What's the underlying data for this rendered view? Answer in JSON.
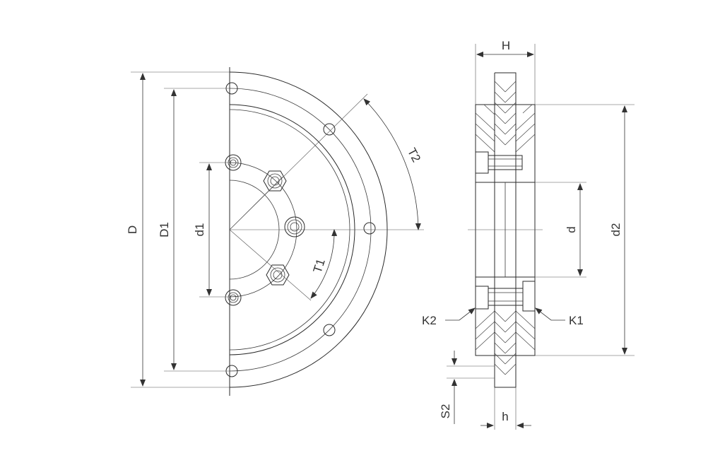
{
  "labels": {
    "D": "D",
    "D1": "D1",
    "d1": "d1",
    "T1": "T1",
    "T2": "T2",
    "H": "H",
    "d": "d",
    "d2": "d2",
    "K1": "K1",
    "K2": "K2",
    "S2": "S2",
    "h": "h"
  },
  "colors": {
    "line": "#2a2a2a",
    "text": "#333333",
    "background": "#ffffff"
  }
}
